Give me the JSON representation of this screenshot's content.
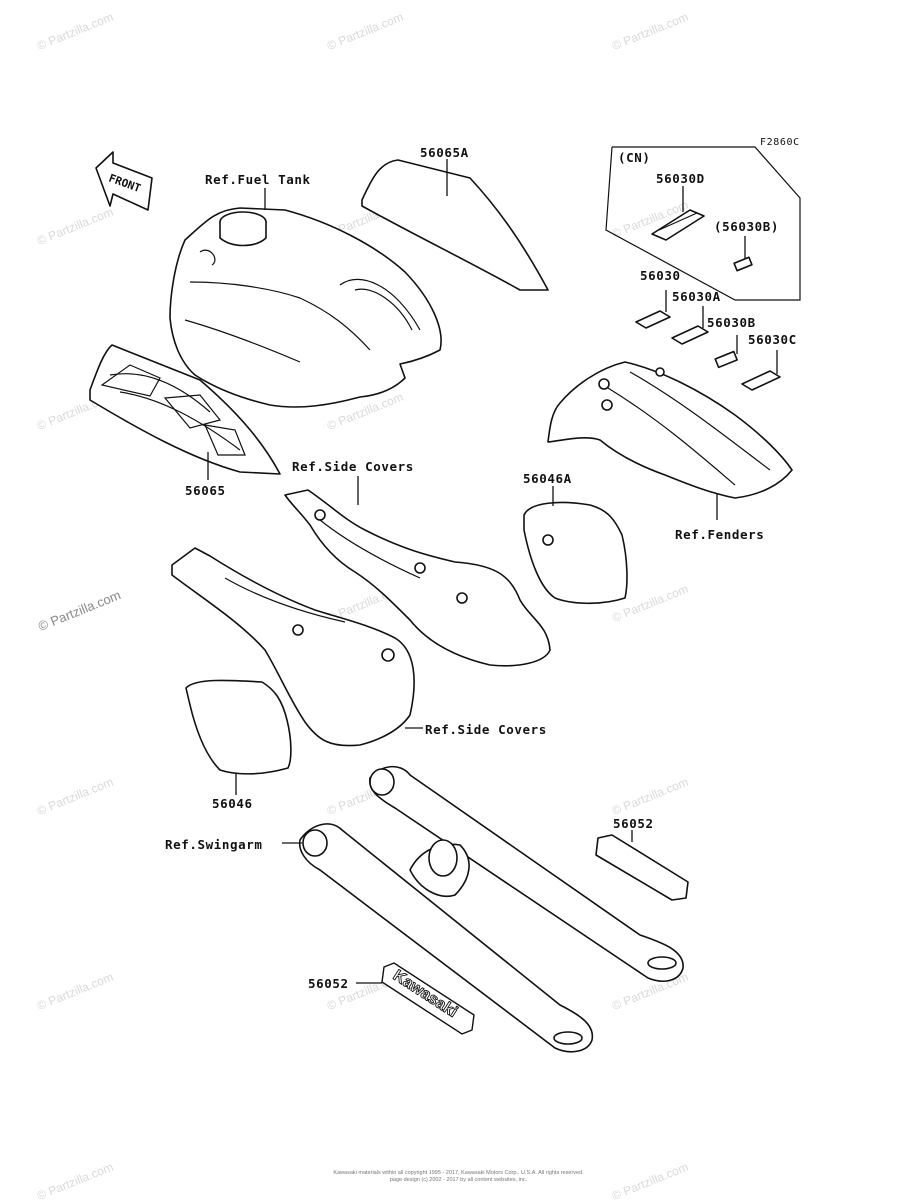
{
  "figure": {
    "code": "F2860C",
    "region": "(CN)",
    "front_mark": "FRONT"
  },
  "labels": {
    "ref_fuel_tank": "Ref.Fuel Tank",
    "p56065A": "56065A",
    "p56030D": "56030D",
    "p56030B_paren": "(56030B)",
    "p56030": "56030",
    "p56030A": "56030A",
    "p56030B": "56030B",
    "p56030C": "56030C",
    "p56065": "56065",
    "ref_side_covers_top": "Ref.Side Covers",
    "p56046A": "56046A",
    "ref_fenders": "Ref.Fenders",
    "ref_side_covers_bottom": "Ref.Side Covers",
    "p56046": "56046",
    "p56052_right": "56052",
    "ref_swingarm": "Ref.Swingarm",
    "p56052_left": "56052"
  },
  "decal_text": {
    "kawasaki_logo": "Kawasaki"
  },
  "watermark": {
    "text": "© Partzilla.com"
  },
  "footer": {
    "line1": "Kawasaki materials within all copyright 1995 - 2017, Kawasaki Motors Corp., U.S.A. All rights reserved.",
    "line2": "page design (c) 2002 - 2017 by all content websites, inc."
  }
}
